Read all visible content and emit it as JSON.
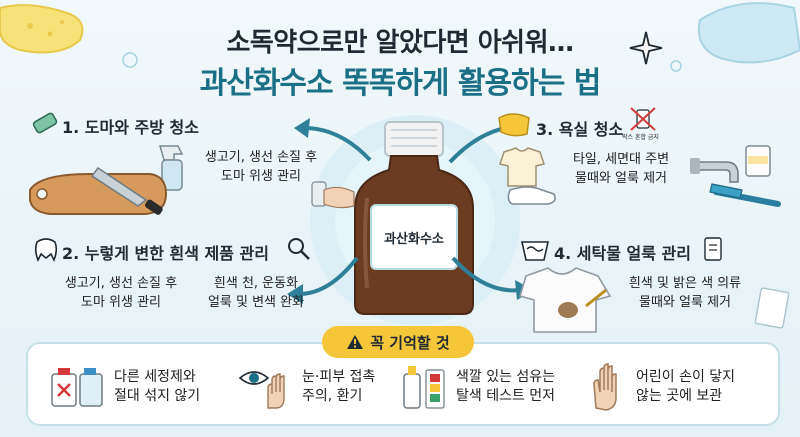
{
  "header": {
    "subtitle": "소독약으로만 알았다면 아쉬워…",
    "title": "과산화수소 똑똑하게 활용하는 법"
  },
  "bottle": {
    "label": "과산화수소"
  },
  "sections": [
    {
      "title": "1. 도마와 주방 청소",
      "desc": [
        "생고기, 생선 손질 후",
        "도마 위생 관리"
      ]
    },
    {
      "title": "2. 누렇게 변한 흰색 제품 관리",
      "desc_left": [
        "생고기, 생선 손질 후",
        "도마 위생 관리"
      ],
      "desc_right": [
        "흰색 천, 운동화",
        "얼룩 및 변색 완화"
      ]
    },
    {
      "title": "3. 욕실 청소",
      "desc": [
        "타일, 세면대 주변",
        "물때와 얼룩 제거"
      ],
      "mini_label": "락스 혼합 금지"
    },
    {
      "title": "4. 세탁물 얼룩 관리",
      "desc": [
        "흰색 및 밝은 색 의류",
        "물때와 얼룩 제거"
      ]
    }
  ],
  "reminder": {
    "badge": "꼭 기억할 것",
    "tips": [
      {
        "line1": "다른 세정제와",
        "line2": "절대 섞지 않기",
        "icon": "no-mixing-bottles-icon"
      },
      {
        "line1": "눈·피부 접촉",
        "line2": "주의, 환기",
        "icon": "eye-hand-icon"
      },
      {
        "line1": "색깔 있는 섬유는",
        "line2": "탈색 테스트 먼저",
        "icon": "color-test-icon"
      },
      {
        "line1": "어린이 손이 닿지",
        "line2": "않는 곳에 보관",
        "icon": "hand-stop-icon"
      }
    ]
  },
  "bottle_label_text": "과산화수소",
  "colors": {
    "accent": "#1b6f86",
    "arrow": "#2f7f99",
    "badge": "#f6c63a",
    "bottle": "#6b3b22"
  }
}
